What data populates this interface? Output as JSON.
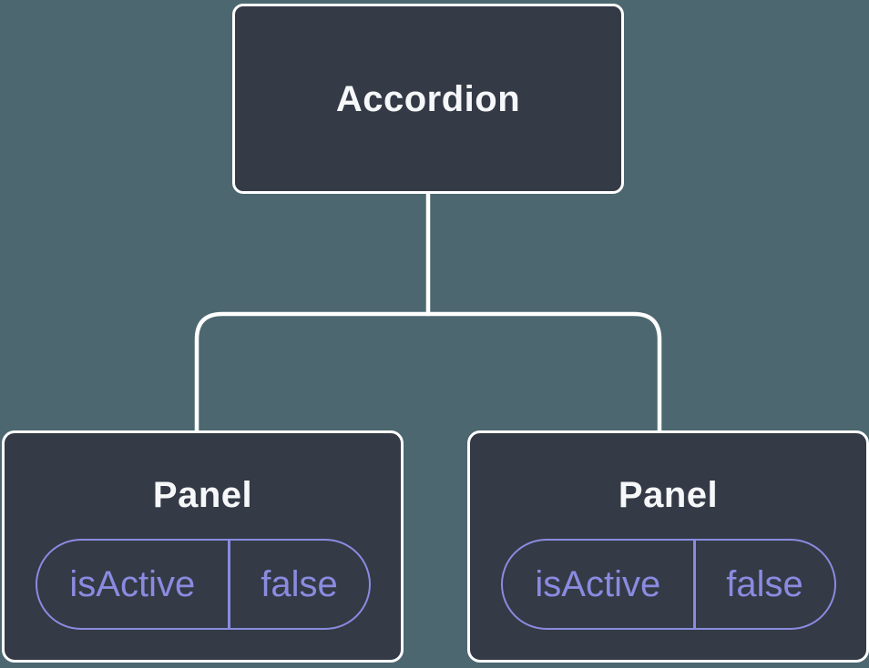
{
  "colors": {
    "background": "#4c6770",
    "node_fill": "#343a46",
    "node_border": "#ffffff",
    "node_text": "#f6f7f9",
    "state_accent": "#8a8be0",
    "connector": "#ffffff"
  },
  "tree": {
    "root": {
      "label": "Accordion"
    },
    "children": [
      {
        "label": "Panel",
        "state": {
          "key": "isActive",
          "value": "false"
        }
      },
      {
        "label": "Panel",
        "state": {
          "key": "isActive",
          "value": "false"
        }
      }
    ]
  }
}
